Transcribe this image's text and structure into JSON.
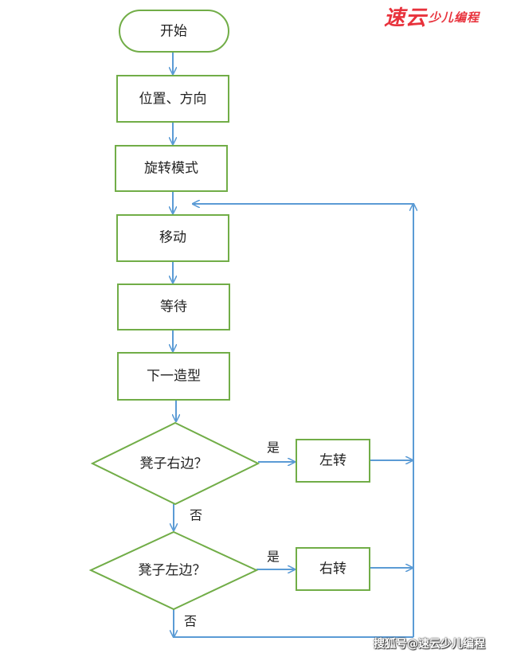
{
  "logo": {
    "main": "速云",
    "small": "少儿编程"
  },
  "watermark": "搜狐号@速云少儿编程",
  "colors": {
    "box_border": "#71ad47",
    "arrow": "#5b9bd5",
    "text": "#222222"
  },
  "nodes": {
    "start": "开始",
    "position": "位置、方向",
    "rotation": "旋转模式",
    "move": "移动",
    "wait": "等待",
    "next_costume": "下一造型",
    "stool_right": "凳子右边？",
    "turn_left": "左转",
    "stool_left": "凳子左边？",
    "turn_right": "右转"
  },
  "edges": {
    "yes_1": "是",
    "no_1": "否",
    "yes_2": "是",
    "no_2": "否"
  }
}
